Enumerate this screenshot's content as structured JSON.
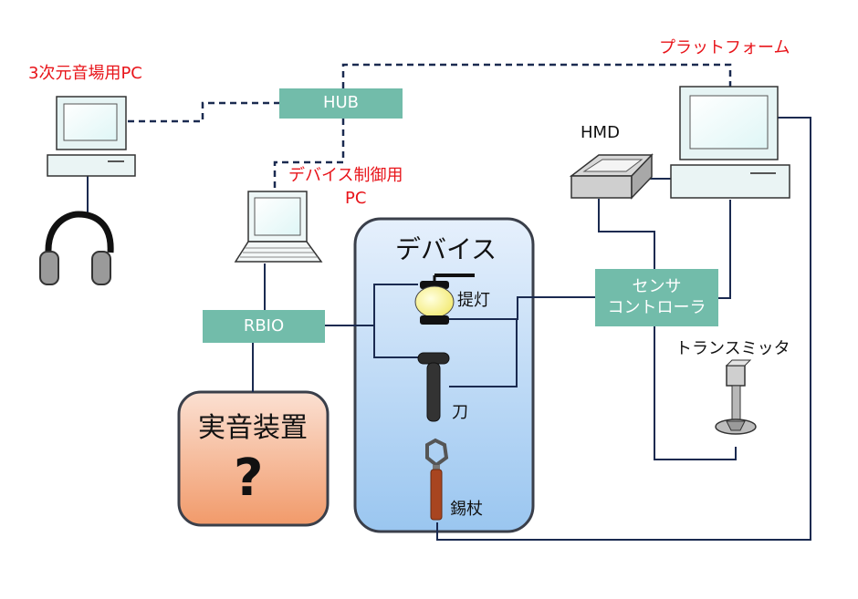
{
  "labels": {
    "pc3d": "3次元音場用PC",
    "platform": "プラットフォーム",
    "hmd": "HMD",
    "device_pc_line1": "デバイス制御用",
    "device_pc_line2": "PC",
    "transmitter": "トランスミッタ"
  },
  "nodes": {
    "hub": "HUB",
    "rbio": "RBIO",
    "sensor_line1": "センサ",
    "sensor_line2": "コントローラ"
  },
  "device_group": {
    "title": "デバイス",
    "lantern": "提灯",
    "sword": "刀",
    "staff": "錫杖"
  },
  "real_sound": {
    "title": "実音装置",
    "mark": "?"
  },
  "colors": {
    "node_fill": "#72bcaa",
    "red_label": "#e8141a",
    "device_group_top": "#e6f0fc",
    "device_group_bottom": "#9ac6f0",
    "real_sound_top": "#fbe0d2",
    "real_sound_bottom": "#f19a6a",
    "line": "#1a2a50"
  }
}
